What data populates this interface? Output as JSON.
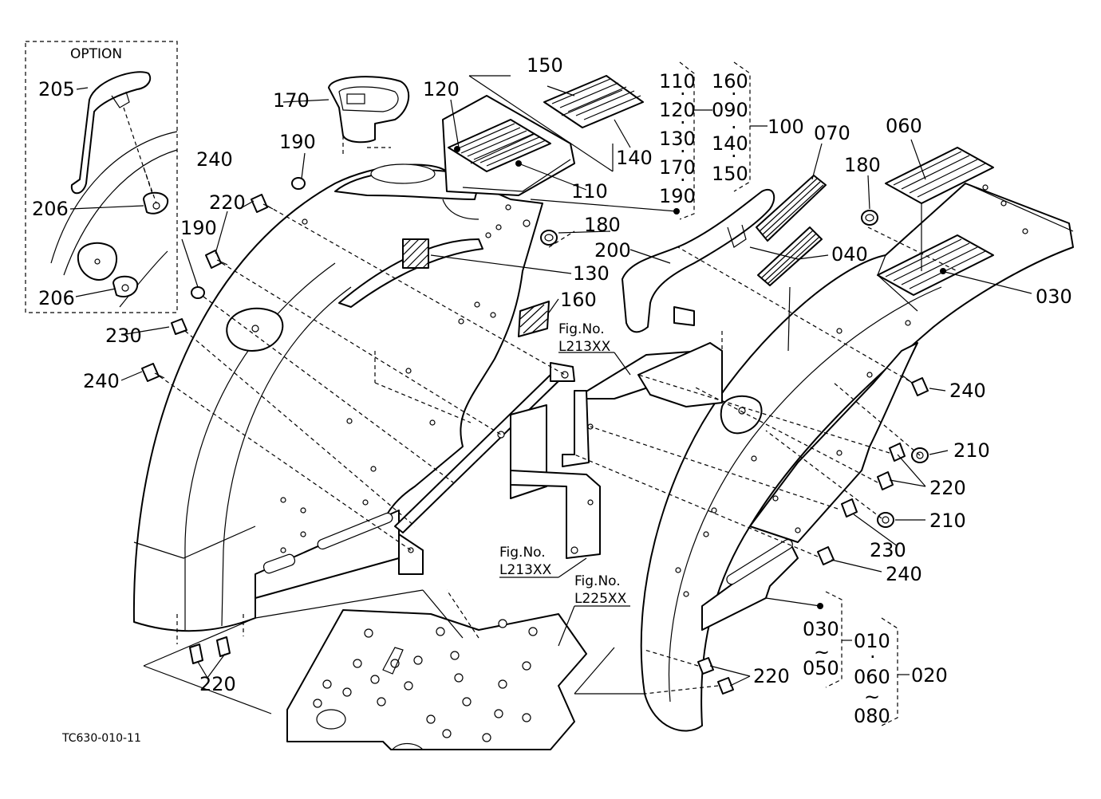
{
  "option_box": {
    "title": "OPTION"
  },
  "drawing_code": "TC630-010-11",
  "callouts": {
    "c205": "205",
    "c206a": "206",
    "c206b": "206",
    "c170": "170",
    "c120": "120",
    "c150": "150",
    "c140": "140",
    "c110": "110",
    "c190a": "190",
    "c190b": "190",
    "c240a": "240",
    "c240b": "240",
    "c240c": "240",
    "c240d": "240",
    "c220a": "220",
    "c220b": "220",
    "c220c": "220",
    "c220d": "220",
    "c230a": "230",
    "c230b": "230",
    "c180a": "180",
    "c180b": "180",
    "c130": "130",
    "c160": "160",
    "c200": "200",
    "c070": "070",
    "c060": "060",
    "c040": "040",
    "c030": "030",
    "c210a": "210",
    "c210b": "210"
  },
  "group_100": {
    "col1": [
      "110",
      "120",
      "130",
      "170",
      "190"
    ],
    "col2": [
      "160",
      "090",
      "140",
      "150"
    ],
    "total": "100"
  },
  "group_020": {
    "range1": [
      "030",
      "~",
      "050"
    ],
    "range2": [
      "010",
      "·",
      "060",
      "~",
      "080"
    ],
    "total1": "010",
    "total2": "020"
  },
  "fig_refs": [
    {
      "caption": "Fig.No.",
      "ref": "L213XX"
    },
    {
      "caption": "Fig.No.",
      "ref": "L213XX"
    },
    {
      "caption": "Fig.No.",
      "ref": "L225XX"
    }
  ]
}
